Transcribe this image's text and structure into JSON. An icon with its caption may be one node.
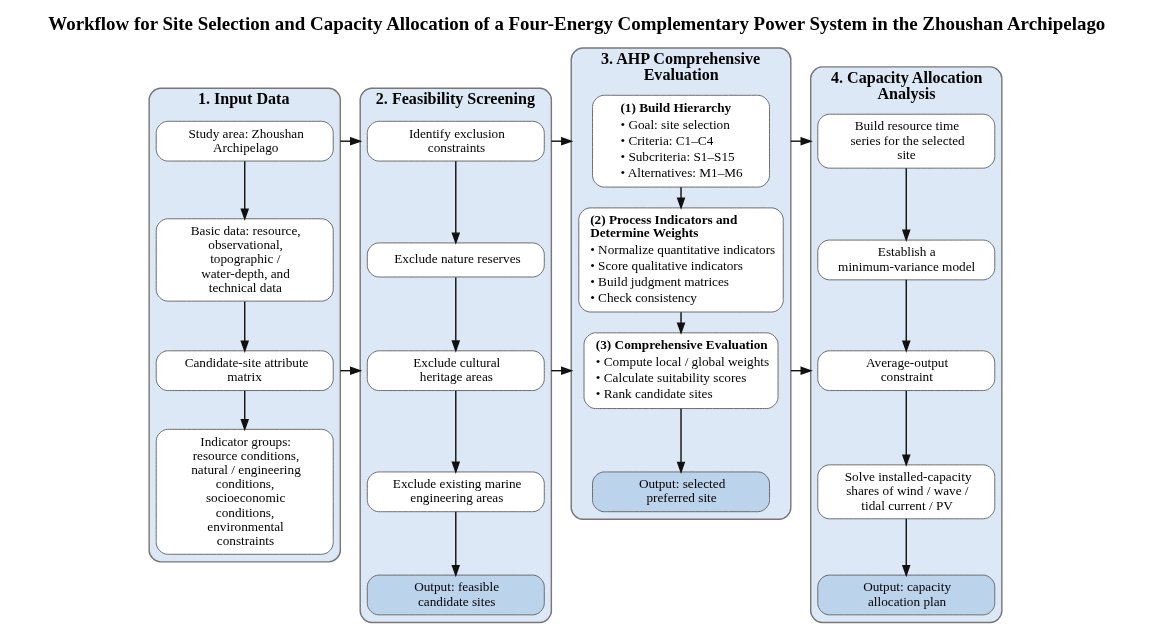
{
  "diagram": {
    "title": "Workflow for Site Selection and Capacity Allocation of a Four-Energy Complementary Power System in the Zhoushan Archipelago",
    "nodes": [
      {
        "text": [
          "1. Input Data"
        ]
      },
      {
        "text": [
          "Study area: Zhoushan Archipelago"
        ],
        "in": 0
      },
      {
        "text": [
          "Basic data: resource, observational, topographic / water-depth, and technical data"
        ],
        "in": 0
      },
      {
        "text": [
          "Candidate-site attribute matrix"
        ],
        "in": 0
      },
      {
        "text": [
          "Indicator groups: resource conditions, natural / engineering conditions, socioeconomic conditions, environmental constraints"
        ],
        "in": 0
      },
      {
        "text": [
          "2. Feasibility Screening"
        ]
      },
      {
        "text": [
          "Identify exclusion constraints"
        ],
        "in": 5
      },
      {
        "text": [
          "Exclude nature reserves"
        ],
        "in": 5
      },
      {
        "text": [
          "Exclude cultural heritage areas"
        ],
        "in": 5
      },
      {
        "text": [
          "Exclude existing marine engineering areas"
        ],
        "in": 5
      },
      {
        "text": [
          "Output: feasible candidate sites"
        ],
        "in": 5
      },
      {
        "text": [
          "3. AHP Comprehensive Evaluation"
        ]
      },
      {
        "text": [
          "(1) Build Hierarchy",
          "• Goal: site selection",
          "• Criteria: C1–C4",
          "• Subcriteria: S1–S15",
          "• Alternatives: M1–M6"
        ],
        "in": 11
      },
      {
        "text": [
          "(2) Process Indicators and Determine Weights",
          "• Normalize quantitative indicators",
          "• Score qualitative indicators",
          "• Build judgment matrices",
          "• Check consistency"
        ],
        "in": 11
      },
      {
        "text": [
          "(3) Comprehensive Evaluation",
          "• Compute local / global weights",
          "• Calculate suitability scores",
          "• Rank candidate sites"
        ],
        "in": 11
      },
      {
        "text": [
          "Output: selected preferred site"
        ],
        "in": 11
      },
      {
        "text": [
          "4. Capacity Allocation Analysis"
        ]
      },
      {
        "text": [
          "Build resource time series for the selected site"
        ],
        "in": 16
      },
      {
        "text": [
          "Establish a minimum-variance model"
        ],
        "in": 16
      },
      {
        "text": [
          "Average-output constraint"
        ],
        "in": 16
      },
      {
        "text": [
          "Solve installed-capacity shares of wind / wave / tidal current / PV"
        ],
        "in": 16
      },
      {
        "text": [
          "Output: capacity allocation plan"
        ],
        "in": 16
      }
    ],
    "edges": [
      {
        "from": 1,
        "to": 2,
        "arrow": "to"
      },
      {
        "from": 2,
        "to": 3,
        "arrow": "to"
      },
      {
        "from": 3,
        "to": 4,
        "arrow": "to"
      },
      {
        "from": 6,
        "to": 7,
        "arrow": "to"
      },
      {
        "from": 7,
        "to": 8,
        "arrow": "to"
      },
      {
        "from": 8,
        "to": 9,
        "arrow": "to"
      },
      {
        "from": 9,
        "to": 10,
        "arrow": "to"
      },
      {
        "from": 12,
        "to": 13,
        "arrow": "to"
      },
      {
        "from": 13,
        "to": 14,
        "arrow": "to"
      },
      {
        "from": 14,
        "to": 15,
        "arrow": "to"
      },
      {
        "from": 17,
        "to": 18,
        "arrow": "to"
      },
      {
        "from": 18,
        "to": 19,
        "arrow": "to"
      },
      {
        "from": 19,
        "to": 20,
        "arrow": "to"
      },
      {
        "from": 20,
        "to": 21,
        "arrow": "to"
      },
      {
        "from": 0,
        "to": 5,
        "arrow": "to"
      },
      {
        "from": 0,
        "to": 5,
        "arrow": "to"
      },
      {
        "from": 5,
        "to": 11,
        "arrow": "to"
      },
      {
        "from": 5,
        "to": 11,
        "arrow": "to"
      },
      {
        "from": 11,
        "to": 16,
        "arrow": "to"
      },
      {
        "from": 11,
        "to": 16,
        "arrow": "to"
      }
    ]
  }
}
